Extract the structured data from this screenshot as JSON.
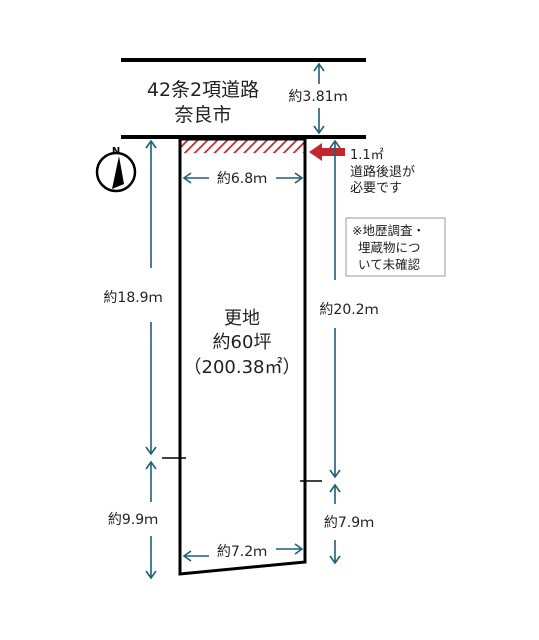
{
  "road": {
    "name_line1": "42条2項道路",
    "name_line2": "奈良市",
    "width_label": "約3.81ｍ"
  },
  "setback": {
    "area_label": "1.1㎡",
    "note_line1": "道路後退が",
    "note_line2": "必要です"
  },
  "survey_note": {
    "line1": "※地歴調査・",
    "line2": "埋蔵物につ",
    "line3": "いて未確認"
  },
  "lot": {
    "type_label": "更地",
    "tsubo_label": "約60坪",
    "sqm_label": "（200.38㎡）"
  },
  "dimensions": {
    "top_width": "約6.8ｍ",
    "bottom_width": "約7.2ｍ",
    "left_upper": "約18.9ｍ",
    "left_lower": "約9.9ｍ",
    "right_upper": "約20.2ｍ",
    "right_lower": "約7.9ｍ"
  },
  "compass": {
    "north_label": "N"
  },
  "colors": {
    "line": "#000000",
    "dimension": "#1f5f7a",
    "setback_red": "#c0282d",
    "note_border": "#9a9a9a"
  }
}
